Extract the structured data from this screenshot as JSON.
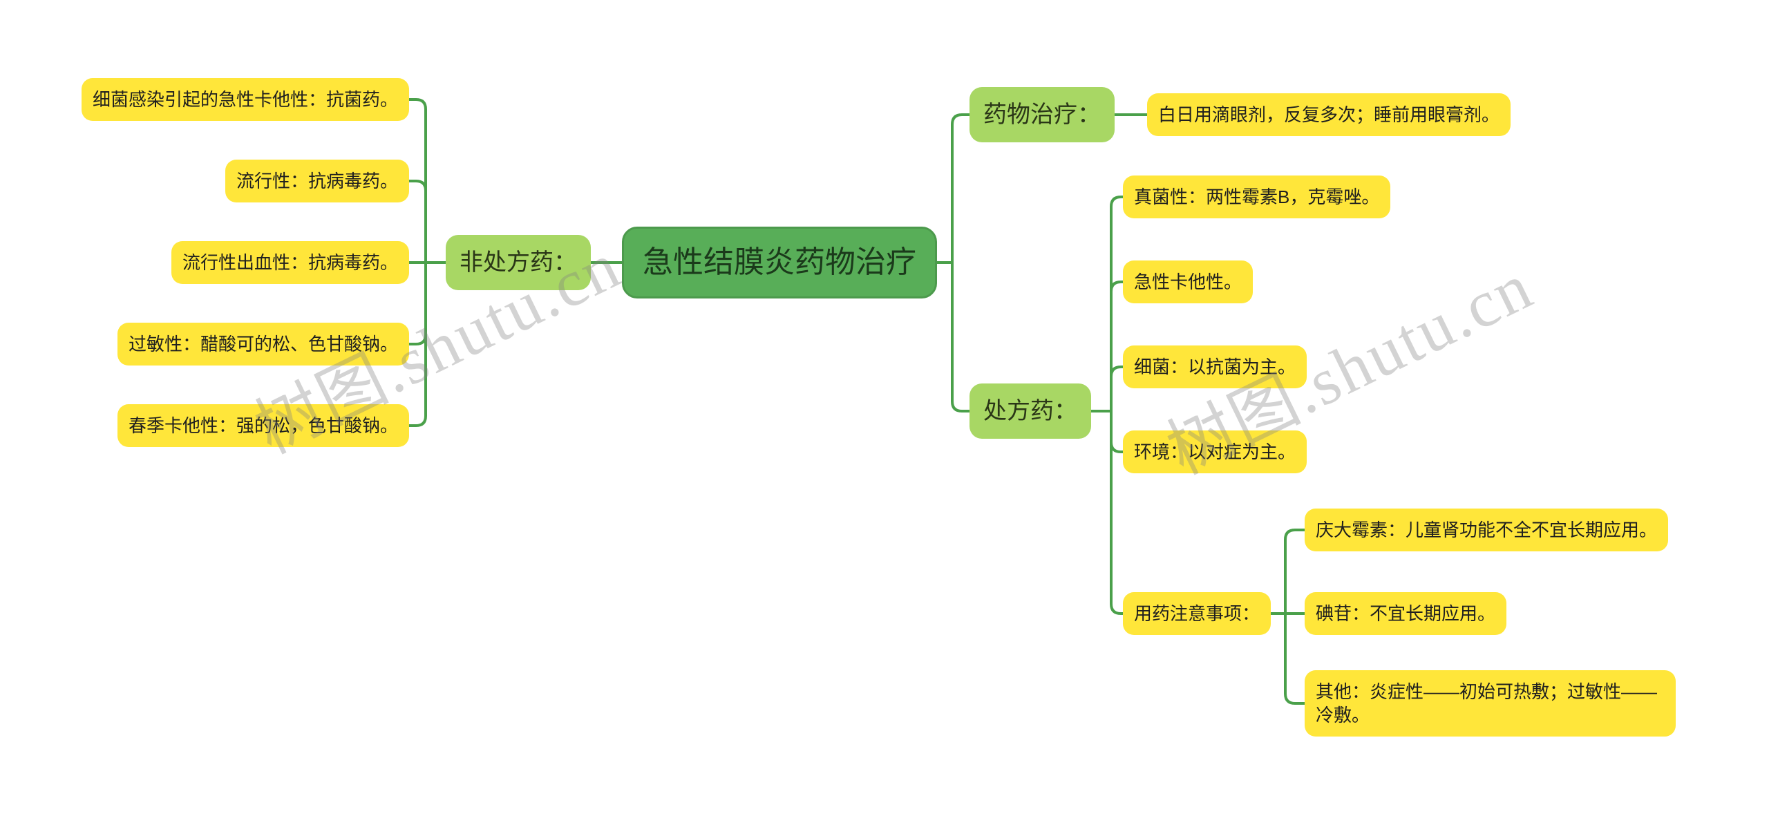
{
  "colors": {
    "root_bg": "#58ae58",
    "root_border": "#4c9a4c",
    "root_text": "#1b3a1b",
    "branch_bg": "#a8d764",
    "branch_text": "#2a3617",
    "leaf_bg": "#ffe63a",
    "leaf_text": "#1f1f1f",
    "connector": "#4aa04a",
    "watermark": "#8a8a8a",
    "background": "#ffffff"
  },
  "root": {
    "text": "急性结膜炎药物治疗"
  },
  "otc": {
    "label": "非处方药：",
    "children": [
      "细菌感染引起的急性卡他性：抗菌药。",
      "流行性：抗病毒药。",
      "流行性出血性：抗病毒药。",
      "过敏性：醋酸可的松、色甘酸钠。",
      "春季卡他性：强的松，色甘酸钠。"
    ]
  },
  "right": {
    "drug_therapy": {
      "label": "药物治疗：",
      "child": "白日用滴眼剂，反复多次；睡前用眼膏剂。"
    },
    "prescription": {
      "label": "处方药：",
      "children": [
        "真菌性：两性霉素B，克霉唑。",
        "急性卡他性。",
        "细菌：以抗菌为主。",
        "环境：以对症为主。"
      ],
      "notes": {
        "label": "用药注意事项：",
        "children": [
          "庆大霉素：儿童肾功能不全不宜长期应用。",
          "碘苷：不宜长期应用。",
          "其他：炎症性——初始可热敷；过敏性——冷敷。"
        ]
      }
    }
  },
  "watermark": {
    "text": "树图.shutu.cn"
  }
}
